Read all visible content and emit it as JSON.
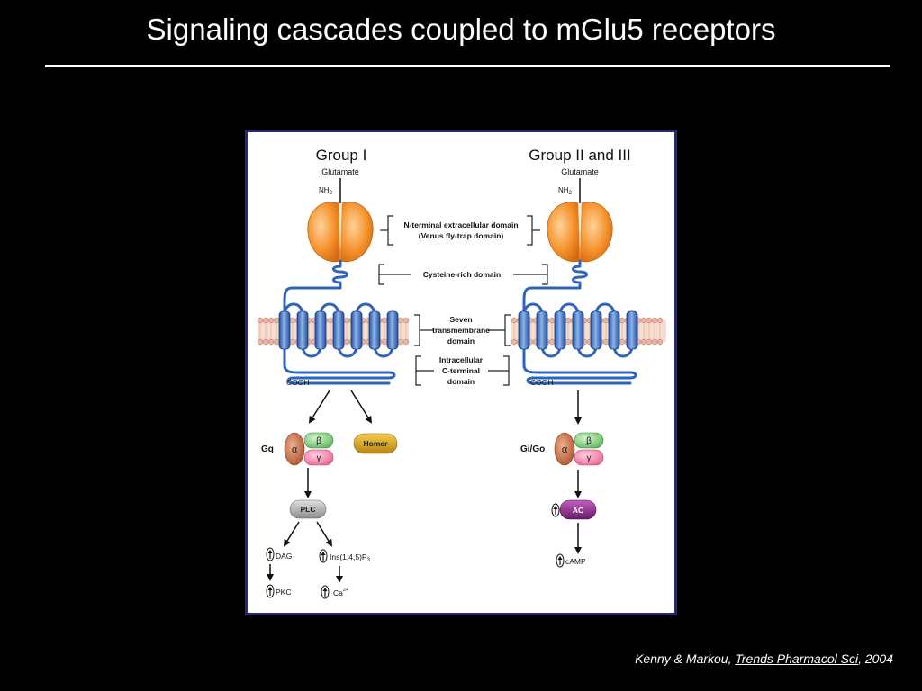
{
  "slide": {
    "title": "Signaling cascades coupled to mGlu5 receptors"
  },
  "figure": {
    "group1_heading": "Group I",
    "group23_heading": "Group II and III",
    "glutamate": "Glutamate",
    "nh2": "NH",
    "nh2_sub": "2",
    "cooh": "COOH",
    "domains": {
      "n_terminal_line1": "N-terminal extracellular domain",
      "n_terminal_line2": "(Venus fly-trap domain)",
      "cysteine": "Cysteine-rich domain",
      "tm_line1": "Seven",
      "tm_line2": "transmembrane",
      "tm_line3": "domain",
      "ic_line1": "Intracellular",
      "ic_line2": "C-terminal",
      "ic_line3": "domain"
    },
    "group1_pathway": {
      "gprotein_label": "Gq",
      "alpha": "α",
      "beta": "β",
      "gamma": "γ",
      "homer": "Homer",
      "plc": "PLC",
      "dag": "DAG",
      "ip3": "Ins(1,4,5)P",
      "ip3_sub": "3",
      "pkc": "PKC",
      "ca": "Ca",
      "ca_sup": "2+"
    },
    "group23_pathway": {
      "gprotein_label": "Gi/Go",
      "alpha": "α",
      "beta": "β",
      "gamma": "γ",
      "ac": "AC",
      "camp": "cAMP"
    },
    "colors": {
      "receptor_blue": "#3a6fc4",
      "vft_orange": "#f08a24",
      "alpha_brown": "#c0673a",
      "beta_green": "#6cc46c",
      "gamma_pink": "#f070a0",
      "homer_gold": "#d9a520",
      "plc_gray": "#a8a8a8",
      "ac_purple": "#8a2a8a",
      "frame_navy": "#2a2a6a"
    }
  },
  "citation": {
    "authors": "Kenny & Markou, ",
    "journal": "Trends Pharmacol Sci",
    "year": ", 2004"
  }
}
